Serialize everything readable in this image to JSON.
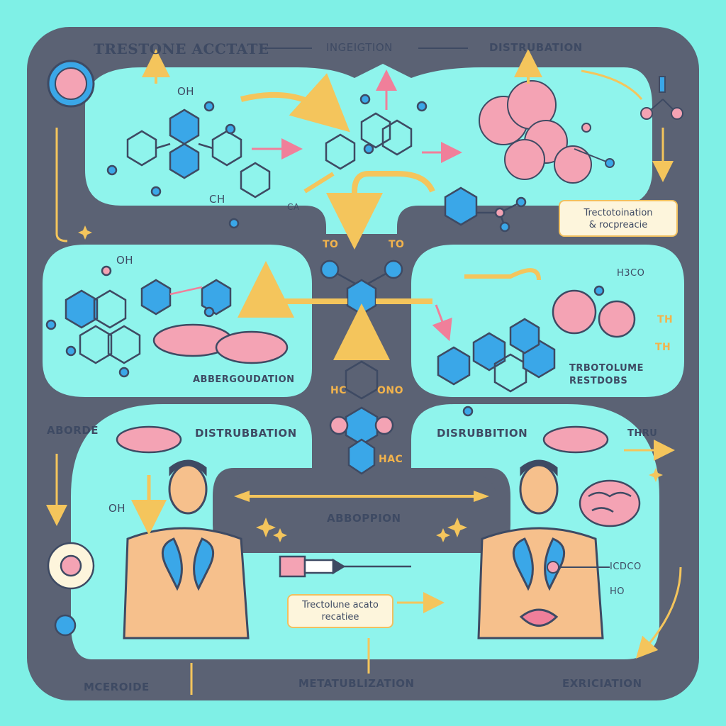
{
  "title": "TRESTONE ACCTATE",
  "stages": {
    "ingestion": "INGEIGTION",
    "distribution_top": "DISTRUBATION",
    "absorption_left": "ABBERGOUDATION",
    "residues": [
      "TRBOTOLUME",
      "RESTDOBS"
    ],
    "aborde": "ABORDE",
    "distribution_mid_left": "DISTRUBBATION",
    "distribution_mid_right": "DISRUBBITION",
    "absorption_bottom": "ABBOPPION",
    "metabolization": "METATUBLIZATION",
    "excretion": "EXRICIATION",
    "microide": "MCEROIDE",
    "thru": "THRU"
  },
  "boxes": {
    "transformation": [
      "Trectotoination",
      "& rocpreacie"
    ],
    "treatment": [
      "Trectolune acato",
      "recatiee"
    ]
  },
  "chem_labels": {
    "oh_top": "OH",
    "oh_mid": "OH",
    "ch": "CH",
    "ca": "CA",
    "to_left": "TO",
    "to_right": "TO",
    "hc": "HC",
    "ono": "ONO",
    "hac": "HAC",
    "oh_body": "OH",
    "h3co": "H3CO",
    "th1": "TH",
    "th2": "TH",
    "icdco": "ICDCO",
    "ho": "HO"
  },
  "colors": {
    "background": "#7ff0e6",
    "frame": "#5b6274",
    "panel": "#8ff4ec",
    "outline": "#3e4a63",
    "blue": "#3aa7e8",
    "pink": "#f4a3b4",
    "arrow": "#f4c55c"
  },
  "icons": [
    "pill-icon",
    "molecule-icon",
    "brain-icon",
    "lungs-icon",
    "syringe-icon",
    "intestine-icon",
    "human-figure-icon"
  ]
}
